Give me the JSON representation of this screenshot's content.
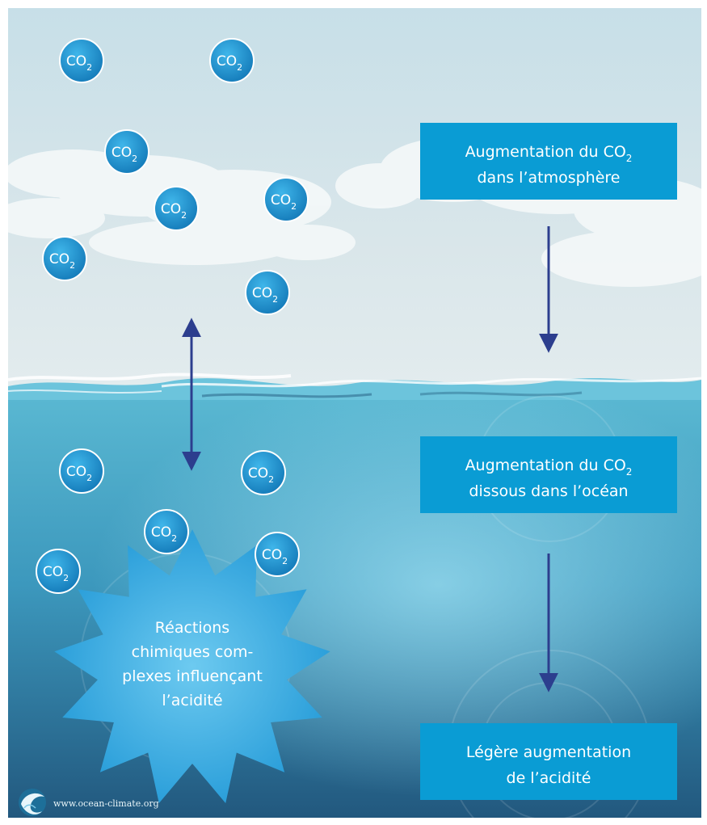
{
  "steps": [
    {
      "lines": [
        {
          "text": "Augmentation du CO",
          "sub": "2"
        },
        {
          "text": "dans l’atmosphère",
          "sub": ""
        }
      ]
    },
    {
      "lines": [
        {
          "text": "Augmentation du CO",
          "sub": "2"
        },
        {
          "text": "dissous dans l’océan",
          "sub": ""
        }
      ]
    },
    {
      "lines": [
        {
          "text": "Légère augmentation",
          "sub": ""
        },
        {
          "text": "de l’acidité",
          "sub": ""
        }
      ]
    }
  ],
  "reactions": {
    "lines": [
      "Réactions",
      "chimiques com-",
      "plexes influençant",
      "l’acidité"
    ]
  },
  "molecule": {
    "main": "CO",
    "sub": "2"
  },
  "footer": {
    "website": "www.ocean-climate.org"
  },
  "colors": {
    "box": "#0a9cd4",
    "arrow": "#2c3e8e",
    "molecule": "#1a95d2",
    "star": "#2aa8e0",
    "sky_top": "#c9e1ea",
    "sky_bottom": "#dfe9ec",
    "ocean_top": "#4fb4cf",
    "ocean_bottom": "#245e84"
  }
}
